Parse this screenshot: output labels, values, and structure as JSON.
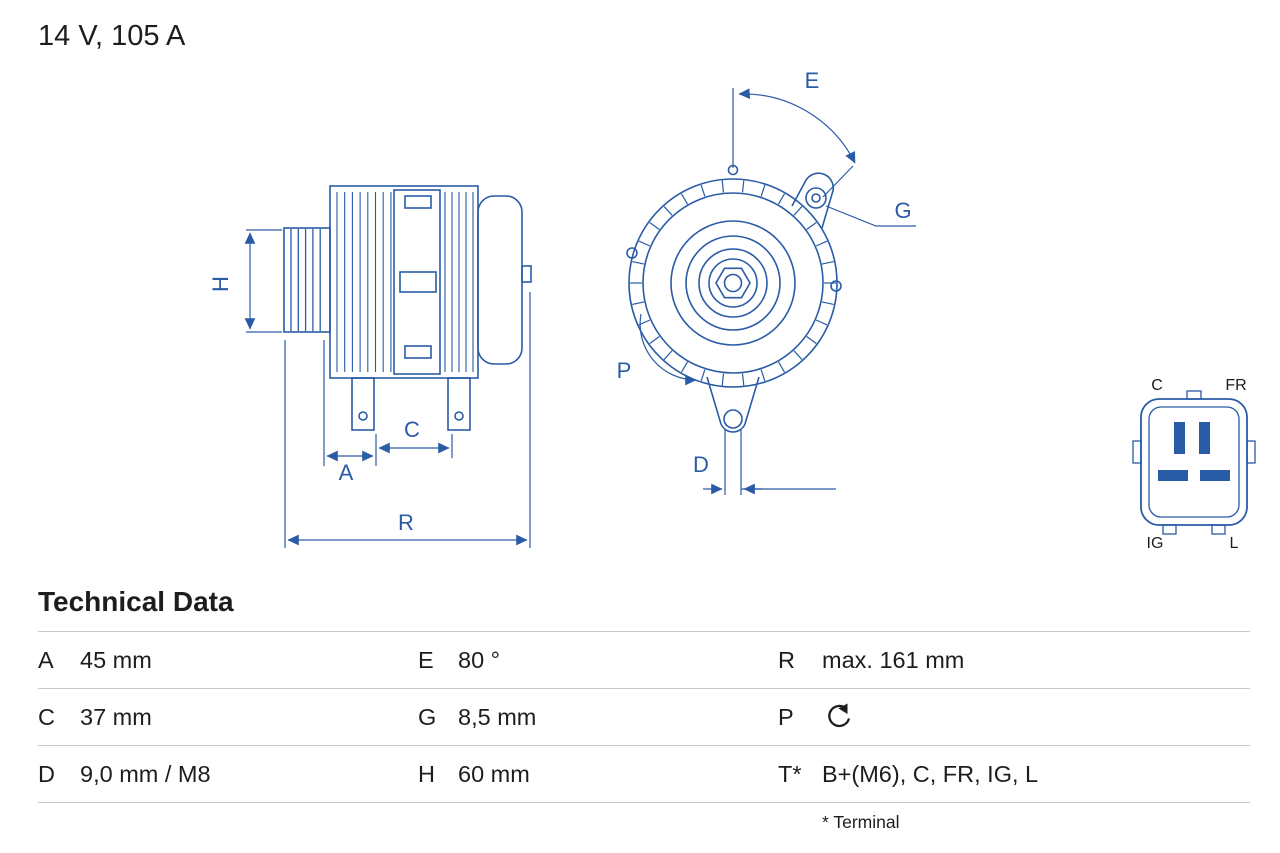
{
  "title": "14 V, 105 A",
  "diagram": {
    "dims": {
      "H": "H",
      "A": "A",
      "C": "C",
      "R": "R",
      "E": "E",
      "G": "G",
      "P": "P",
      "D": "D"
    },
    "connector": {
      "top_left": "C",
      "top_right": "FR",
      "bottom_left": "IG",
      "bottom_right": "L"
    }
  },
  "table": {
    "heading": "Technical Data",
    "rows": [
      {
        "c1": {
          "key": "A",
          "value": "45 mm"
        },
        "c2": {
          "key": "E",
          "value": "80 °"
        },
        "c3": {
          "key": "R",
          "value": "max. 161 mm"
        }
      },
      {
        "c1": {
          "key": "C",
          "value": "37 mm"
        },
        "c2": {
          "key": "G",
          "value": "8,5 mm"
        },
        "c3": {
          "key": "P",
          "value": ""
        }
      },
      {
        "c1": {
          "key": "D",
          "value": "9,0 mm / M8"
        },
        "c2": {
          "key": "H",
          "value": "60 mm"
        },
        "c3": {
          "key": "T*",
          "value": "B+(M6), C, FR, IG, L"
        }
      }
    ],
    "p_icon": "rotation-ccw",
    "footnote": "* Terminal"
  },
  "colors": {
    "line": "#2a5ba6",
    "text": "#1d1d1b",
    "divider": "#c8c8c8"
  }
}
